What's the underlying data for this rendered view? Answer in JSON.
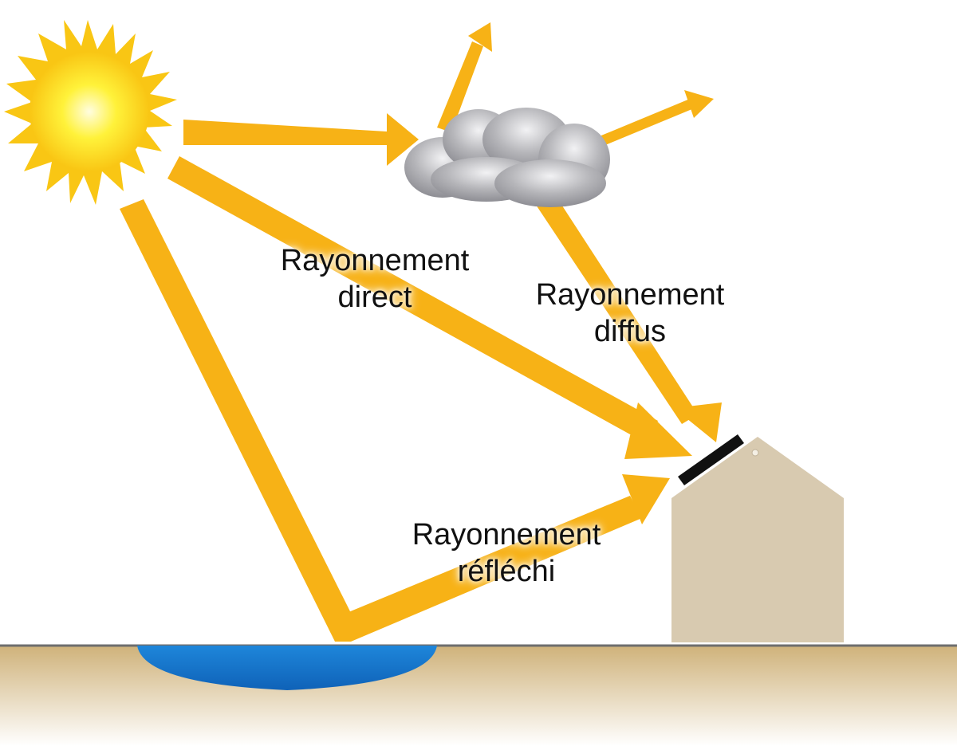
{
  "labels": {
    "direct": {
      "line1": "Rayonnement",
      "line2": "direct"
    },
    "diffus": {
      "line1": "Rayonnement",
      "line2": "diffus"
    },
    "reflechi": {
      "line1": "Rayonnement",
      "line2": "réfléchi"
    }
  },
  "colors": {
    "arrow": "#F7B216",
    "sun_core": "#FFF23A",
    "sun_edge": "#F9C614",
    "cloud": "#A9A9AE",
    "ground": "#D9BF8C",
    "ground_line": "#6E6E6E",
    "water": "#1878D0",
    "house": "#D8CAB0",
    "panel": "#111111"
  },
  "icons": [
    "sun-icon",
    "cloud-icon",
    "house-icon",
    "solar-panel-icon",
    "water-pool-icon"
  ]
}
